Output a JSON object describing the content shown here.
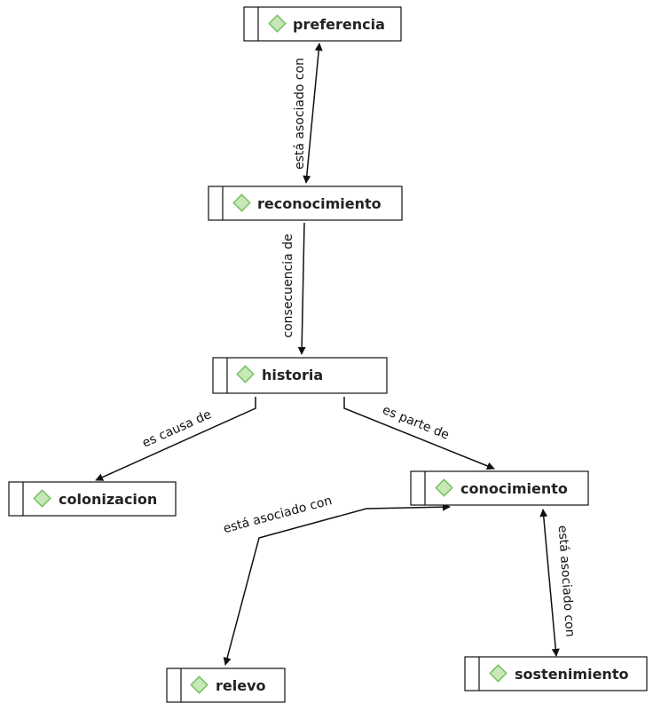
{
  "nodes": {
    "preferencia": "preferencia",
    "reconocimiento": "reconocimiento",
    "historia": "historia",
    "colonizacion": "colonizacion",
    "conocimiento": "conocimiento",
    "relevo": "relevo",
    "sostenimiento": "sostenimiento"
  },
  "edges": {
    "preferencia_reconocimiento": "está asociado con",
    "reconocimiento_historia": "consecuencia de",
    "historia_colonizacion": "es causa de",
    "historia_conocimiento": "es parte de",
    "conocimiento_relevo": "está asociado con",
    "conocimiento_sostenimiento": "está asociado con"
  },
  "colors": {
    "icon_fill": "#c8e8b8",
    "icon_stroke": "#7cc46a",
    "line": "#111111"
  },
  "icon": "diamond-icon"
}
